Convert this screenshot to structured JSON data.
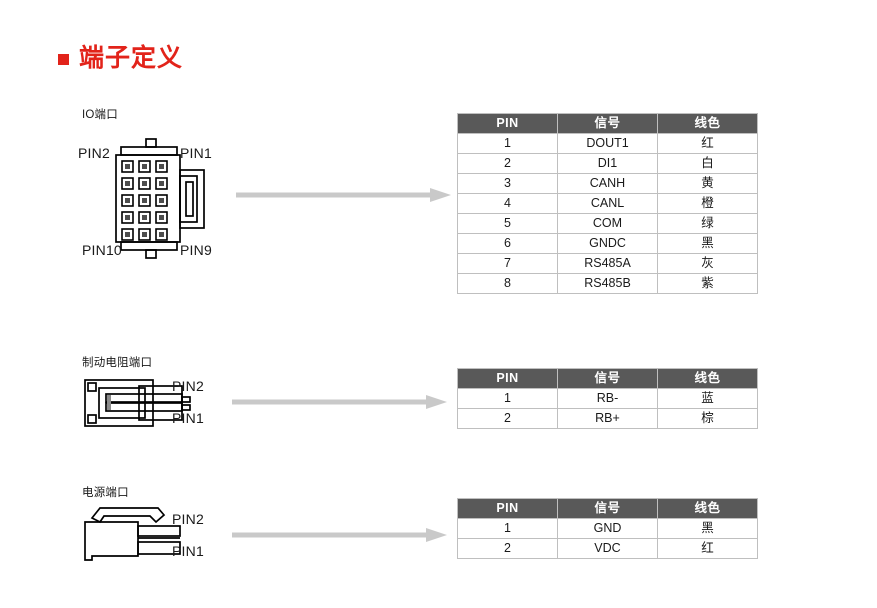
{
  "page": {
    "heading": "端子定义",
    "accent_color": "#e2231a",
    "table_header_bg": "#595959",
    "table_border_color": "#bfbfbf",
    "arrow_color": "#c9c9c9"
  },
  "table_headers": {
    "pin": "PIN",
    "signal": "信号",
    "wire_color": "线色"
  },
  "sections": [
    {
      "id": "io",
      "connector_label": "IO端口",
      "pin_tags": {
        "top_left": "PIN2",
        "top_right": "PIN1",
        "bottom_left": "PIN10",
        "bottom_right": "PIN9"
      },
      "rows": [
        {
          "pin": "1",
          "signal": "DOUT1",
          "wire_color": "红"
        },
        {
          "pin": "2",
          "signal": "DI1",
          "wire_color": "白"
        },
        {
          "pin": "3",
          "signal": "CANH",
          "wire_color": "黄"
        },
        {
          "pin": "4",
          "signal": "CANL",
          "wire_color": "橙"
        },
        {
          "pin": "5",
          "signal": "COM",
          "wire_color": "绿"
        },
        {
          "pin": "6",
          "signal": "GNDC",
          "wire_color": "黑"
        },
        {
          "pin": "7",
          "signal": "RS485A",
          "wire_color": "灰"
        },
        {
          "pin": "8",
          "signal": "RS485B",
          "wire_color": "紫"
        }
      ]
    },
    {
      "id": "brake",
      "connector_label": "制动电阻端口",
      "pin_tags": {
        "upper": "PIN2",
        "lower": "PIN1"
      },
      "rows": [
        {
          "pin": "1",
          "signal": "RB-",
          "wire_color": "蓝"
        },
        {
          "pin": "2",
          "signal": "RB+",
          "wire_color": "棕"
        }
      ]
    },
    {
      "id": "power",
      "connector_label": "电源端口",
      "pin_tags": {
        "upper": "PIN2",
        "lower": "PIN1"
      },
      "rows": [
        {
          "pin": "1",
          "signal": "GND",
          "wire_color": "黑"
        },
        {
          "pin": "2",
          "signal": "VDC",
          "wire_color": "红"
        }
      ]
    }
  ]
}
